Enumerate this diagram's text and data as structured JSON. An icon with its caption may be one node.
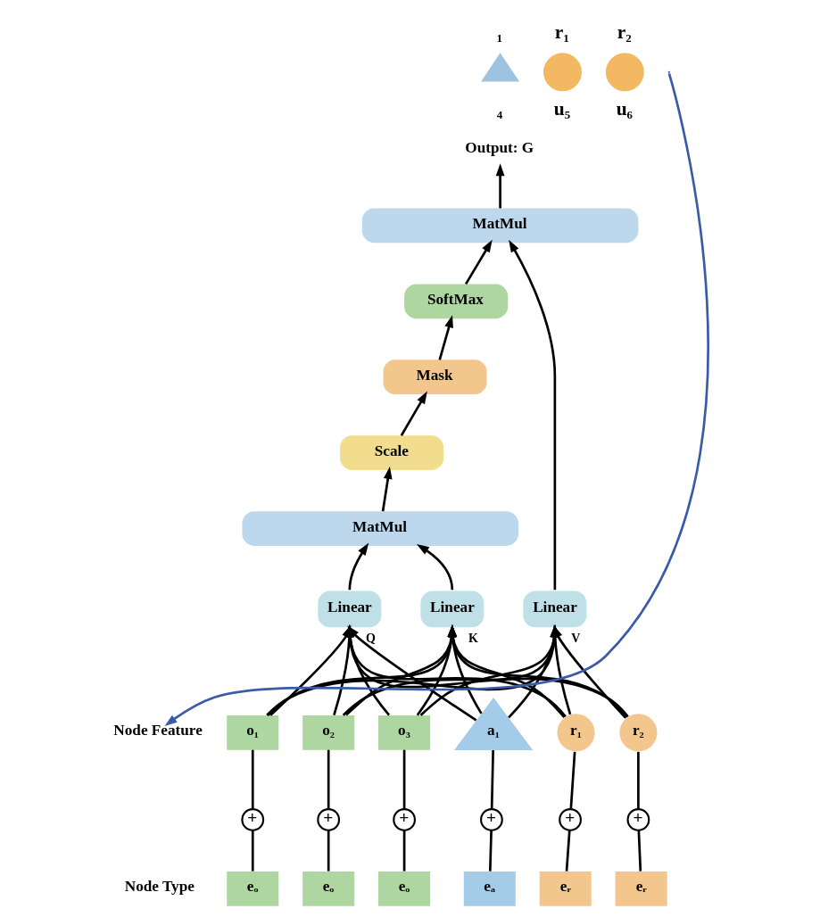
{
  "diagram": {
    "nodes": [
      {
        "text": [
          "₁",
          "₄"
        ]
      },
      {
        "text": [
          "r₁",
          "u₅"
        ]
      },
      {
        "text": [
          "r₂",
          "u₆"
        ]
      },
      {
        "text": [
          "Node Feature"
        ]
      },
      {
        "text": [
          "o₁"
        ]
      },
      {
        "text": [
          "o₂"
        ]
      },
      {
        "text": [
          "o₃"
        ]
      },
      {
        "text": [
          "a₁"
        ]
      },
      {
        "text": [
          "r₁"
        ]
      },
      {
        "text": [
          "r₂"
        ]
      },
      {
        "text": [
          "+"
        ]
      },
      {
        "text": [
          "+"
        ]
      },
      {
        "text": [
          "+"
        ]
      },
      {
        "text": [
          "+"
        ]
      },
      {
        "text": [
          "+"
        ]
      },
      {
        "text": [
          "+"
        ]
      },
      {
        "text": [
          "eₒ"
        ]
      },
      {
        "text": [
          "eₒ"
        ]
      },
      {
        "text": [
          "eₒ"
        ]
      },
      {
        "text": [
          "eₐ"
        ]
      },
      {
        "text": [
          "eᵣ"
        ]
      },
      {
        "text": [
          "eᵣ"
        ]
      },
      {
        "text": [
          "Linear"
        ],
        "beside": [
          "Q"
        ]
      },
      {
        "text": [
          "Linear"
        ],
        "beside": [
          "K"
        ]
      },
      {
        "text": [
          "Linear"
        ],
        "beside": [
          "V"
        ]
      },
      {
        "text": [
          "MatMul"
        ]
      },
      {
        "text": [
          "Scale"
        ]
      },
      {
        "text": [
          "Mask"
        ]
      },
      {
        "text": [
          "SoftMax"
        ]
      },
      {
        "text": [
          "MatMul"
        ]
      },
      {
        "text": [
          "Output: G"
        ]
      }
    ],
    "edges": [
      {
        "from": 16,
        "to": 10,
        "arrow": "none"
      },
      {
        "from": 17,
        "to": 11,
        "arrow": "none"
      },
      {
        "from": 18,
        "to": 12,
        "arrow": "none"
      },
      {
        "from": 19,
        "to": 13,
        "arrow": "none"
      },
      {
        "from": 20,
        "to": 14,
        "arrow": "none"
      },
      {
        "from": 21,
        "to": 15,
        "arrow": "none"
      },
      {
        "from": 10,
        "to": 4,
        "arrow": "none"
      },
      {
        "from": 11,
        "to": 5,
        "arrow": "none"
      },
      {
        "from": 12,
        "to": 6,
        "arrow": "none"
      },
      {
        "from": 13,
        "to": 7,
        "arrow": "none"
      },
      {
        "from": 14,
        "to": 8,
        "arrow": "none"
      },
      {
        "from": 15,
        "to": 9,
        "arrow": "none"
      },
      {
        "from": 4,
        "to": 22,
        "arrow": "to"
      },
      {
        "from": 5,
        "to": 22,
        "arrow": "to"
      },
      {
        "from": 6,
        "to": 22,
        "arrow": "to"
      },
      {
        "from": 7,
        "to": 22,
        "arrow": "to"
      },
      {
        "from": 8,
        "to": 22,
        "arrow": "to"
      },
      {
        "from": 9,
        "to": 22,
        "arrow": "to"
      },
      {
        "from": 4,
        "to": 23,
        "arrow": "to"
      },
      {
        "from": 5,
        "to": 23,
        "arrow": "to"
      },
      {
        "from": 6,
        "to": 23,
        "arrow": "to"
      },
      {
        "from": 7,
        "to": 23,
        "arrow": "to"
      },
      {
        "from": 8,
        "to": 23,
        "arrow": "to"
      },
      {
        "from": 9,
        "to": 23,
        "arrow": "to"
      },
      {
        "from": 4,
        "to": 24,
        "arrow": "to"
      },
      {
        "from": 5,
        "to": 24,
        "arrow": "to"
      },
      {
        "from": 6,
        "to": 24,
        "arrow": "to"
      },
      {
        "from": 7,
        "to": 24,
        "arrow": "to"
      },
      {
        "from": 8,
        "to": 24,
        "arrow": "to"
      },
      {
        "from": 9,
        "to": 24,
        "arrow": "to"
      },
      {
        "from": 22,
        "to": 25,
        "arrow": "to"
      },
      {
        "from": 23,
        "to": 25,
        "arrow": "to"
      },
      {
        "from": 25,
        "to": 26,
        "arrow": "to"
      },
      {
        "from": 26,
        "to": 27,
        "arrow": "to"
      },
      {
        "from": 27,
        "to": 28,
        "arrow": "to"
      },
      {
        "from": 28,
        "to": 29,
        "arrow": "to"
      },
      {
        "from": 24,
        "to": 29,
        "arrow": "to"
      },
      {
        "from": 29,
        "to": 30,
        "arrow": "to"
      },
      {
        "from": null,
        "to": 3,
        "arrow": "to",
        "color": "#3a5ba8"
      }
    ],
    "labels": [
      "Node Type"
    ]
  }
}
